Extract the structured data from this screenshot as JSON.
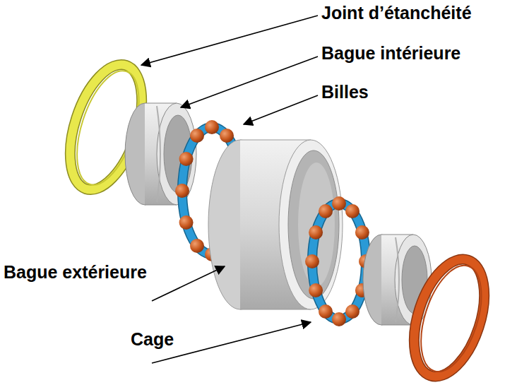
{
  "diagram": {
    "labels": [
      "Joint d’étanchéité",
      "Bague intérieure",
      "Billes",
      "Bague extérieure",
      "Cage"
    ]
  }
}
